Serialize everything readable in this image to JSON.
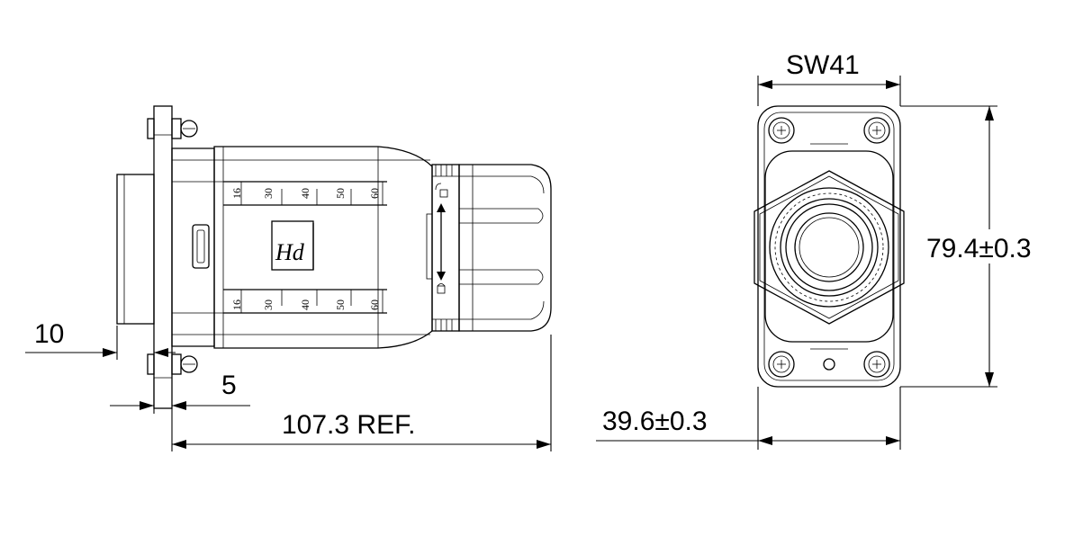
{
  "dimensions": {
    "d10": "10",
    "d5": "5",
    "length": "107.3 REF.",
    "sw": "SW41",
    "height": "79.4±0.3",
    "width": "39.6±0.3"
  },
  "scale_labels_top": [
    "16",
    "30",
    "40",
    "50",
    "60"
  ],
  "scale_labels_bottom": [
    "16",
    "30",
    "40",
    "50",
    "60"
  ],
  "logo_text": "Hd"
}
